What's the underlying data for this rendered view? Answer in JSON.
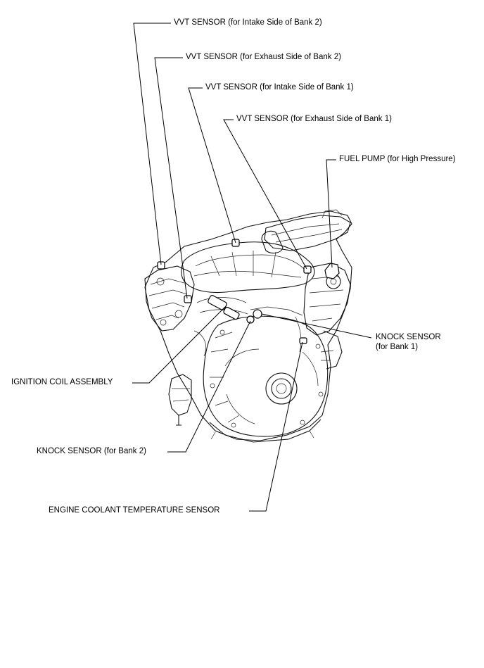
{
  "labels": {
    "vvt_intake_bank2": "VVT SENSOR (for Intake Side of Bank 2)",
    "vvt_exhaust_bank2": "VVT SENSOR (for Exhaust Side of Bank 2)",
    "vvt_intake_bank1": "VVT SENSOR (for Intake Side of Bank 1)",
    "vvt_exhaust_bank1": "VVT SENSOR (for Exhaust Side of Bank 1)",
    "fuel_pump": "FUEL PUMP (for High Pressure)",
    "knock_bank1": "KNOCK SENSOR\n(for Bank 1)",
    "ignition_coil": "IGNITION COIL ASSEMBLY",
    "knock_bank2": "KNOCK SENSOR (for Bank 2)",
    "ect_sensor": "ENGINE COOLANT TEMPERATURE SENSOR"
  }
}
